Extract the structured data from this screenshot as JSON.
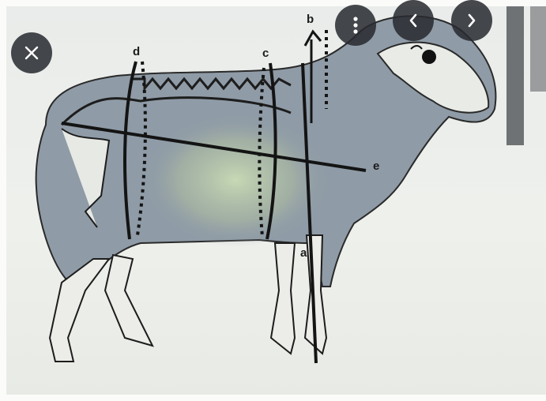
{
  "viewer": {
    "close_icon": "close-icon",
    "more_icon": "more-vertical-icon",
    "prev_icon": "chevron-left-icon",
    "next_icon": "chevron-right-icon"
  },
  "diagram": {
    "labels": {
      "a": "a",
      "b": "b",
      "c": "c",
      "d": "d",
      "e": "e"
    }
  },
  "colors": {
    "overlay_button": "#2a2c30",
    "body_fill": "#8f9ba6",
    "line_ink": "#141414"
  }
}
